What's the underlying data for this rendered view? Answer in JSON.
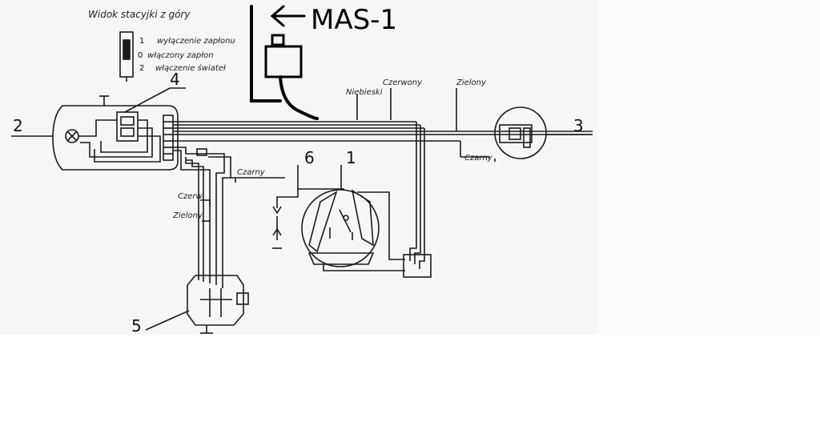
{
  "colors": {
    "ink": "#1a1a1a",
    "paper": "#f4f4f2",
    "background": "#ffffff",
    "handwriting": "#000000"
  },
  "annotation": {
    "text": "MAS-1",
    "arrow": "left-arrow"
  },
  "top_view": {
    "title": "Widok stacyjki z góry",
    "positions": [
      {
        "num": "1",
        "label": "wyłączenie zapłonu"
      },
      {
        "num": "0",
        "label": "włączony zapłon"
      },
      {
        "num": "2",
        "label": "włączenie świateł"
      }
    ]
  },
  "components": {
    "c1": "1",
    "c2": "2",
    "c3": "3",
    "c4": "4",
    "c5": "5",
    "c6": "6"
  },
  "wire_labels": {
    "niebieski": "Niebieski",
    "czerwony": "Czerwony",
    "zielony_top": "Zielony",
    "czarny_right": "Czarny",
    "czarny_mid": "Czarny",
    "czerw": "Czerw.",
    "zielony_left": "Zielony"
  }
}
